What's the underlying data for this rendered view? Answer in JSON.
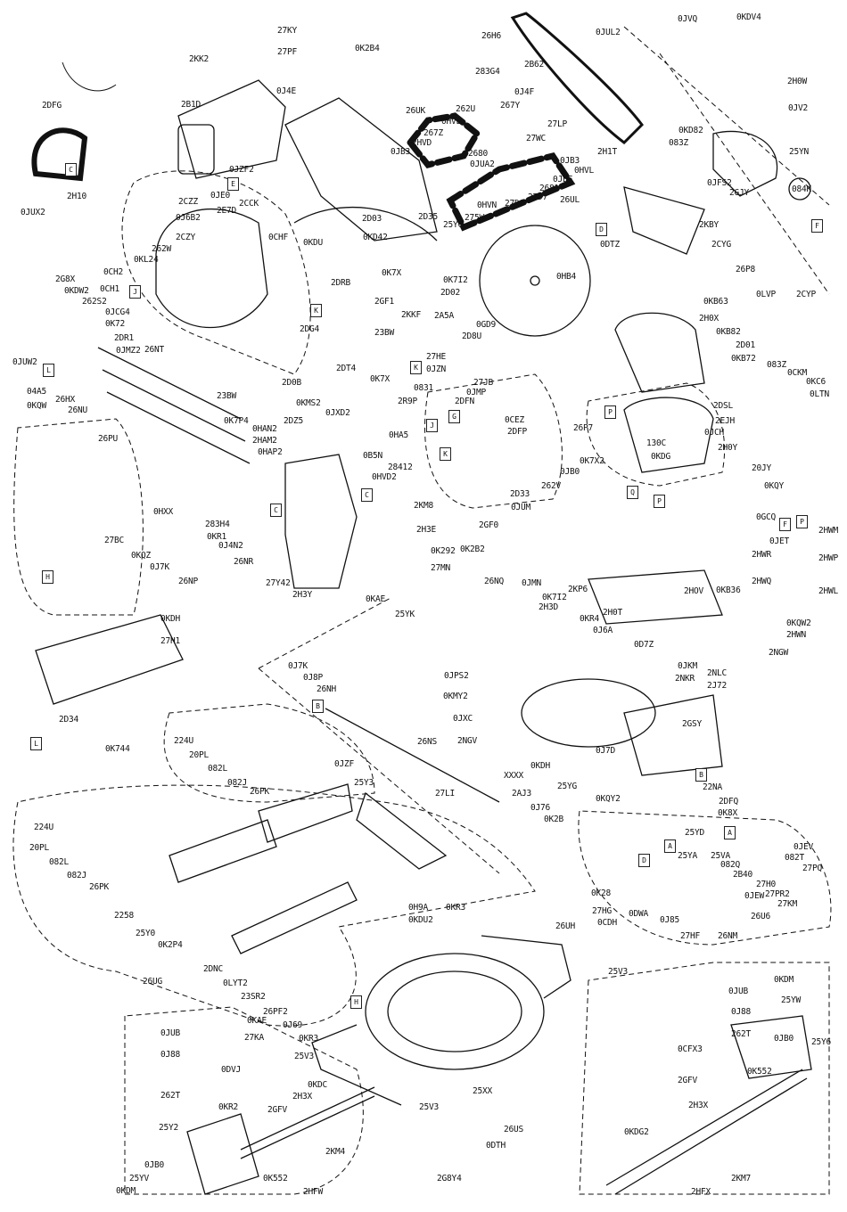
{
  "labels": [
    "2KK2",
    "27KY",
    "27PF",
    "0K2B4",
    "2B1D",
    "0J4E",
    "2DFG",
    "283G4",
    "2B62",
    "0J4F",
    "26H6",
    "0JUL2",
    "0JVQ",
    "0KDV4",
    "2H0W",
    "0JV2",
    "26UK",
    "262U",
    "267Y",
    "27LP",
    "267Z",
    "0HVL",
    "2HVD",
    "2680",
    "27WC",
    "0JUA2",
    "0JB3",
    "0JB3",
    "0HVL",
    "0JEF",
    "2681",
    "27D7",
    "26UL",
    "27D8",
    "0HVN",
    "275W",
    "25YC",
    "2H1T",
    "0KD82",
    "083Z",
    "25YN",
    "0JZF2",
    "2H10",
    "0JUX2",
    "0JFS2",
    "2GJY",
    "084K",
    "2CZZ",
    "0JE0",
    "2E7D",
    "2CCK",
    "0J6B2",
    "2CZY",
    "2D03",
    "2D35",
    "0KD42",
    "2KBY",
    "2CYG",
    "0CHF",
    "0KDU",
    "0HB4",
    "0DTZ",
    "26P8",
    "262W",
    "0KL24",
    "0CH2",
    "2G8X",
    "0KDW2",
    "262S2",
    "0CH1",
    "2DRB",
    "0K7X",
    "2GF1",
    "0K7I2",
    "2D02",
    "0JCG4",
    "0K72",
    "2DR1",
    "0JMZ2",
    "26NT",
    "0JUW2",
    "2KKF",
    "2A5A",
    "0GD9",
    "2D8U",
    "0LVP",
    "2CYP",
    "0KB63",
    "2H0X",
    "0KB82",
    "2D01",
    "0KB72",
    "083Z",
    "0CKM",
    "0KC6",
    "0LTN",
    "2DG4",
    "23BW",
    "04A5",
    "26HX",
    "26NU",
    "0KQW",
    "2DT4",
    "2D0B",
    "0K7X",
    "0JZN",
    "27HE",
    "0831",
    "27JB",
    "0JMP",
    "2DFN",
    "0CEZ",
    "2DSL",
    "2EJH",
    "0JCH",
    "23BW",
    "2DZ5",
    "0KMS2",
    "0JXD2",
    "2R9P",
    "0K7P4",
    "0HAN2",
    "2HAM2",
    "0HAP2",
    "0HA5",
    "2DFP",
    "26P7",
    "130C",
    "0KDG",
    "2H0Y",
    "26PU",
    "0B5N",
    "28412",
    "0JB0",
    "0K7X2",
    "20JY",
    "0KQY",
    "0HVD2",
    "262V",
    "2D33",
    "0JUM",
    "2KM8",
    "2GF0",
    "0HXX",
    "283H4",
    "0KR1",
    "2H3E",
    "0J4N2",
    "0GCQ",
    "2HWM",
    "0JET",
    "2HWP",
    "2HWR",
    "2HWL",
    "27BC",
    "0KQZ",
    "0J7K",
    "26NR",
    "0K2B2",
    "0K292",
    "27MN",
    "2HWQ",
    "26NP",
    "27Y42",
    "2H3Y",
    "2KP6",
    "26NQ",
    "0JMN",
    "0K7I2",
    "2H3D",
    "2H0T",
    "2HOV",
    "0KB36",
    "0KQW2",
    "2HWN",
    "0KR4",
    "0J6A",
    "0D7Z",
    "0KAE",
    "25YK",
    "0KDH",
    "27H1",
    "2NGW",
    "0JKM",
    "2NLC",
    "2NKR",
    "2J72",
    "0JPS2",
    "0J7K",
    "0J8P",
    "26NH",
    "0KMY2",
    "2D34",
    "0K744",
    "224U",
    "20PL",
    "082L",
    "082J",
    "26PK",
    "0JZF",
    "25Y3",
    "0JXC",
    "2GSY",
    "2NGV",
    "0KDH",
    "0J7D",
    "26NS",
    "XXXX",
    "25YG",
    "0KQY2",
    "22NA",
    "2DFQ",
    "0K8X",
    "2AJ3",
    "27LI",
    "0J76",
    "0K2B",
    "224U",
    "20PL",
    "082L",
    "082J",
    "26PK",
    "2258",
    "25Y0",
    "0K2P4",
    "25YD",
    "25YA",
    "25VA",
    "082Q",
    "2B40",
    "0JEV",
    "082T",
    "27PQ",
    "27H0",
    "27PR2",
    "27KM",
    "26U6",
    "0K28",
    "27HG",
    "0CDH",
    "0DWA",
    "0J85",
    "0JEW",
    "27HF",
    "26NM",
    "26UH",
    "0H9A",
    "0KR3",
    "0KDU2",
    "2DNC",
    "0LYT2",
    "23SR2",
    "26PF2",
    "0J69",
    "0KR3",
    "26UG",
    "25V3",
    "0JUB",
    "0KDM",
    "0J88",
    "25YW",
    "262T",
    "0JB0",
    "25Y6",
    "0CFX3",
    "0K552",
    "2GFV",
    "2H3X",
    "0KAE",
    "27KA",
    "25V3",
    "0DVJ",
    "0KDC",
    "25XX",
    "26US",
    "25V3",
    "0DTH",
    "0JUB",
    "0J88",
    "262T",
    "25Y2",
    "0KR2",
    "2GFV",
    "2H3X",
    "0JB0",
    "25YV",
    "0KDM",
    "2KM4",
    "2G8Y4",
    "0K552",
    "2HFW",
    "0KDG2",
    "2KM7",
    "2HFX"
  ],
  "callout_letters": [
    "C",
    "J",
    "K",
    "L",
    "E",
    "K",
    "J",
    "G",
    "K",
    "D",
    "F",
    "P",
    "Q",
    "P",
    "H",
    "C",
    "C",
    "L",
    "B",
    "D",
    "A",
    "A",
    "B",
    "H",
    "F",
    "P"
  ]
}
